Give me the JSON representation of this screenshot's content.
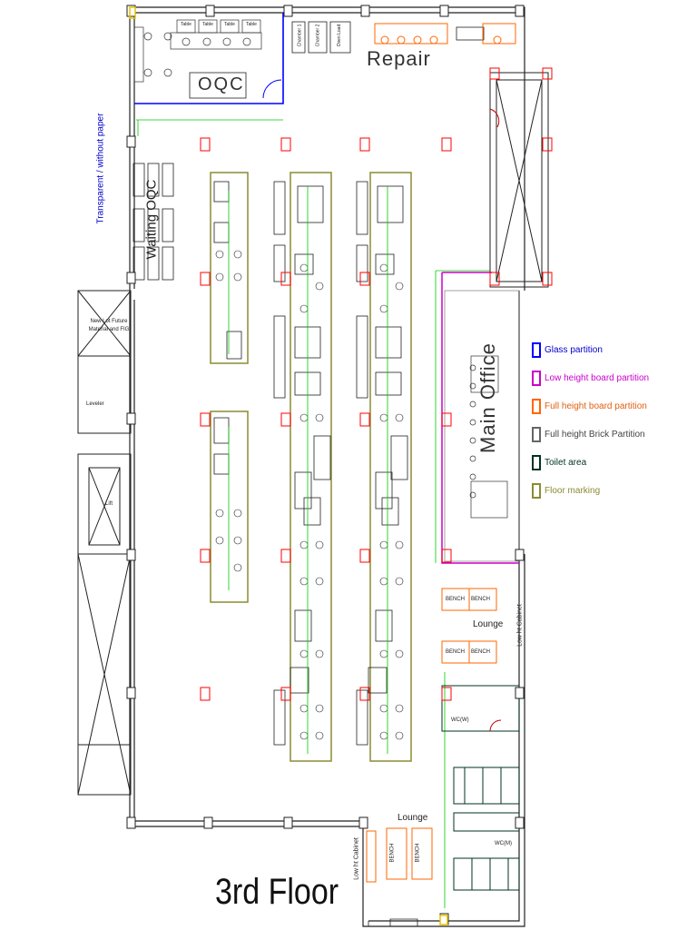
{
  "title": "3rd Floor",
  "rooms": {
    "repair": "Repair",
    "oqc": "OQC",
    "waiting_oqc": "Waiting OQC",
    "main_office": "Main Office",
    "lounge_1": "Lounge",
    "lounge_2": "Lounge",
    "wc_women": "WC(W)",
    "wc_men": "WC(M)",
    "new_lot": "New Lot Future Material and FIG",
    "leveler": "Leveler",
    "lift": "Lift"
  },
  "notes": {
    "transparent": "Transparent / without paper",
    "low_ht_cabinet_1": "Low ht Cabinet",
    "low_ht_cabinet_2": "Low ht Cabinet"
  },
  "furniture": {
    "bench": "BENCH",
    "chamber_1": "Chamber 1",
    "chamber_2": "Chamber 2",
    "oven_load": "Oven Load",
    "desk": "Table"
  },
  "legend": [
    {
      "label": "Glass partition",
      "color": "#0000ff",
      "text_color": "#0000cc"
    },
    {
      "label": "Low height board partition",
      "color": "#cc00cc",
      "text_color": "#cc00cc"
    },
    {
      "label": "Full height board partition",
      "color": "#ff6600",
      "text_color": "#e06010"
    },
    {
      "label": "Full height Brick Partition",
      "color": "#666666",
      "text_color": "#444444"
    },
    {
      "label": "Toilet area",
      "color": "#003322",
      "text_color": "#003322"
    },
    {
      "label": "Floor marking",
      "color": "#8b8b33",
      "text_color": "#8b8b33"
    }
  ],
  "colors": {
    "glass": "#0000ff",
    "low_board": "#cc00cc",
    "full_board": "#ff6600",
    "brick": "#666666",
    "toilet": "#003322",
    "floor_marking": "#8b8b33",
    "column_red": "#ff0000",
    "route_green": "#00cc00"
  }
}
